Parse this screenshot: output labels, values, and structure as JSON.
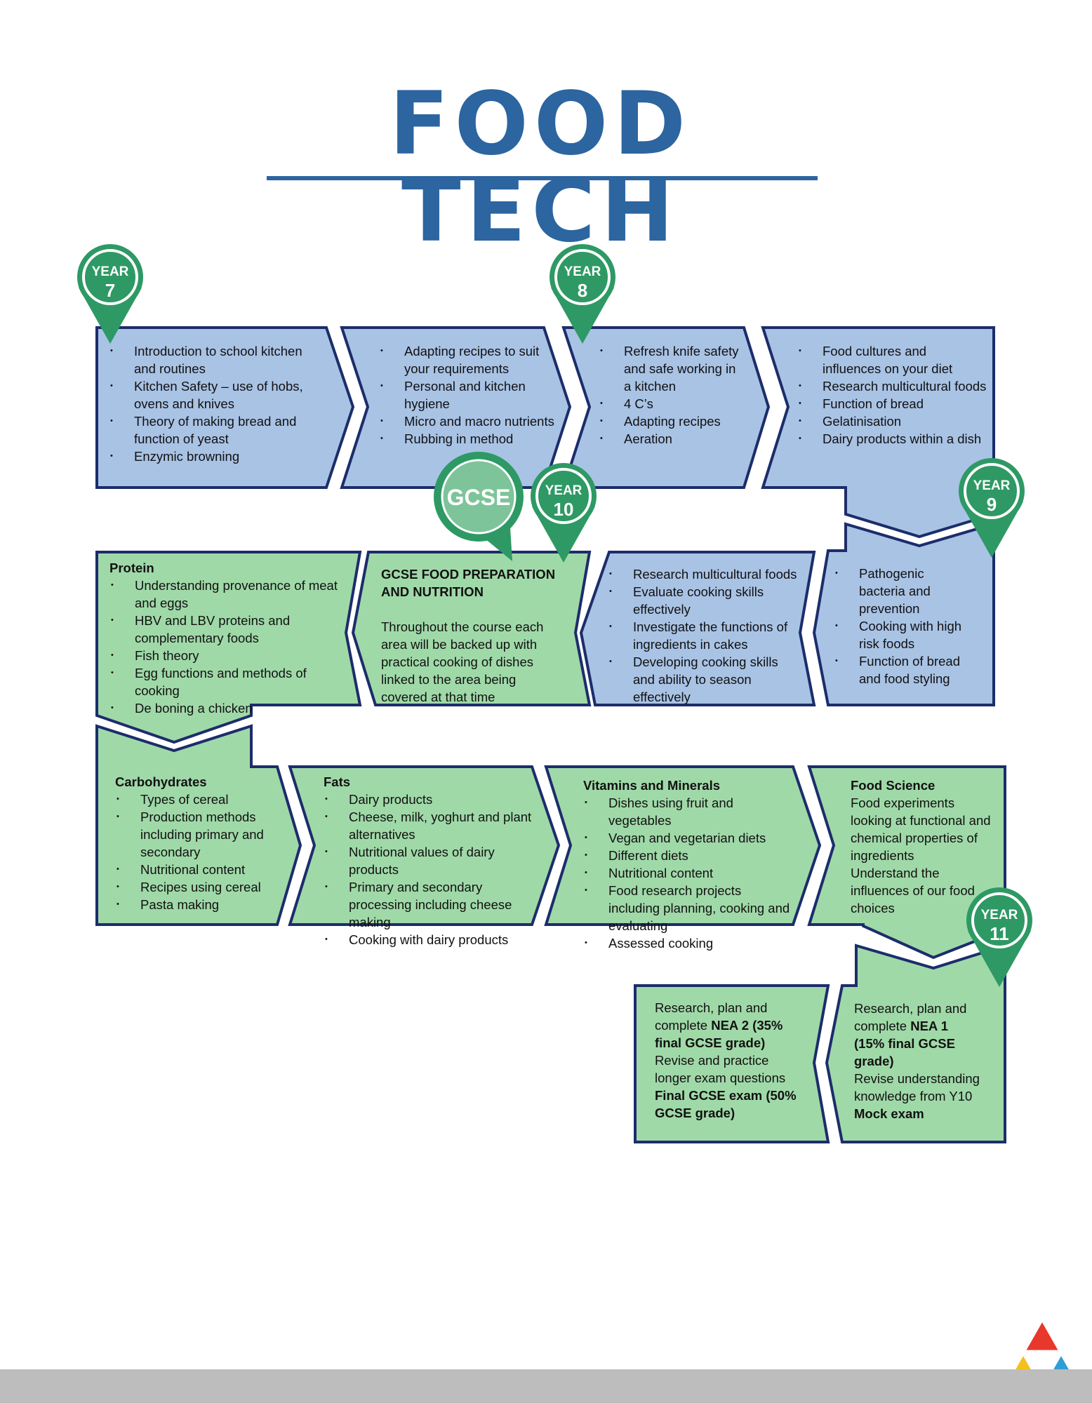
{
  "title": "FOOD TECH",
  "colors": {
    "title": "#2c65a0",
    "ks3_fill": "#a9c3e5",
    "gcse_fill": "#a0d9a8",
    "border": "#1c2d6b",
    "pin": "#2e9964"
  },
  "pins": {
    "y7": {
      "top": "YEAR",
      "num": "7"
    },
    "y8": {
      "top": "YEAR",
      "num": "8"
    },
    "y9": {
      "top": "YEAR",
      "num": "9"
    },
    "y10": {
      "top": "YEAR",
      "num": "10"
    },
    "y11": {
      "top": "YEAR",
      "num": "11"
    },
    "gcse": "GCSE"
  },
  "year7": {
    "items": [
      "Introduction to school kitchen and routines",
      "Kitchen Safety – use of hobs, ovens and knives",
      "Theory of making bread and function of yeast",
      "Enzymic browning"
    ],
    "items2": [
      "Adapting recipes to suit your requirements",
      "Personal and kitchen hygiene",
      "Micro and macro nutrients",
      "Rubbing in method"
    ]
  },
  "year8": {
    "items": [
      "Refresh knife safety and safe working in a kitchen",
      "4 C’s",
      "Adapting recipes",
      "Aeration"
    ],
    "items2": [
      "Food cultures and influences on your diet",
      "Research multicultural foods",
      "Function of bread",
      "Gelatinisation",
      "Dairy products within a dish"
    ]
  },
  "year9": {
    "items": [
      "Pathogenic bacteria and prevention",
      "Cooking with high risk foods",
      "Function of bread and food styling"
    ],
    "items2": [
      "Research multicultural foods",
      "Evaluate cooking skills effectively",
      "Investigate the functions of ingredients in cakes",
      "Developing cooking skills and ability to season effectively"
    ]
  },
  "year10": {
    "gcse_heading": "GCSE FOOD PREPARATION AND NUTRITION",
    "gcse_text": "Throughout the course each area will be backed up with practical cooking of dishes linked to the area being covered at that time",
    "protein_head": "Protein",
    "protein": [
      "Understanding provenance of meat and eggs",
      "HBV and LBV proteins and complementary foods",
      "Fish theory",
      "Egg functions and methods of cooking",
      "De boning a chicken"
    ],
    "carb_head": "Carbohydrates",
    "carbs": [
      "Types of cereal",
      "Production methods including primary and secondary",
      "Nutritional content",
      "Recipes using cereal",
      "Pasta making"
    ],
    "fats_head": "Fats",
    "fats": [
      "Dairy products",
      "Cheese, milk, yoghurt and plant alternatives",
      "Nutritional values of dairy products",
      "Primary and secondary processing including cheese making",
      "Cooking with dairy products"
    ],
    "vit_head": "Vitamins and Minerals",
    "vits": [
      "Dishes using fruit and vegetables",
      "Vegan and vegetarian diets",
      "Different diets",
      "Nutritional content",
      "Food research projects including planning, cooking and evaluating",
      "Assessed cooking"
    ],
    "sci_head": "Food Science",
    "sci_1": "Food experiments looking at functional and chemical properties of ingredients",
    "sci_2": "Understand the influences of our food choices"
  },
  "year11": {
    "nea1_a": "Research, plan and complete ",
    "nea1_b": "NEA 1 (15% final GCSE grade)",
    "nea1_c": "Revise understanding knowledge from Y10",
    "nea1_d": "Mock exam",
    "nea2_a": "Research, plan and complete ",
    "nea2_b": "NEA 2 (35% final GCSE grade)",
    "nea2_c": "Revise and practice longer exam questions",
    "nea2_d": "Final GCSE exam (50% GCSE grade)"
  }
}
